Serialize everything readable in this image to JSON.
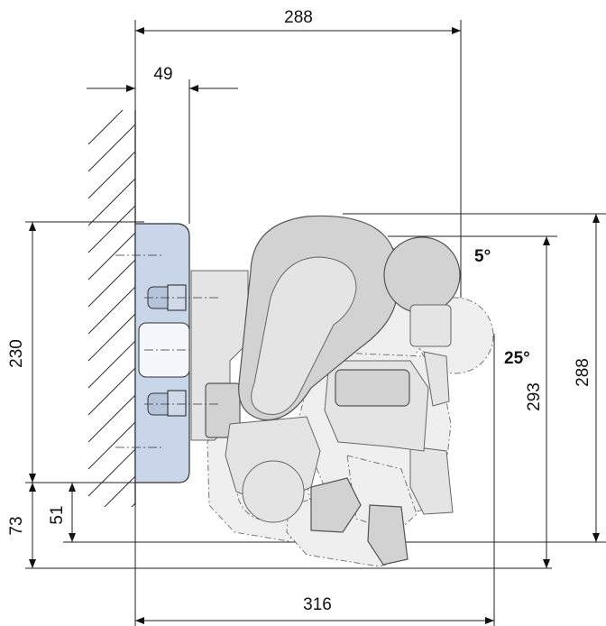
{
  "dimensions": {
    "top_width": "288",
    "bracket_depth": "49",
    "left_height": "230",
    "bottom_offset_outer": "73",
    "bottom_offset_inner": "51",
    "right_height_inner": "293",
    "right_height_outer": "288",
    "bottom_width": "316"
  },
  "angles": {
    "upper": "5°",
    "lower": "25°"
  },
  "colors": {
    "bracket_fill": "#c9d6ea",
    "robot_fill": "#d2d2d2",
    "line": "#222222"
  }
}
